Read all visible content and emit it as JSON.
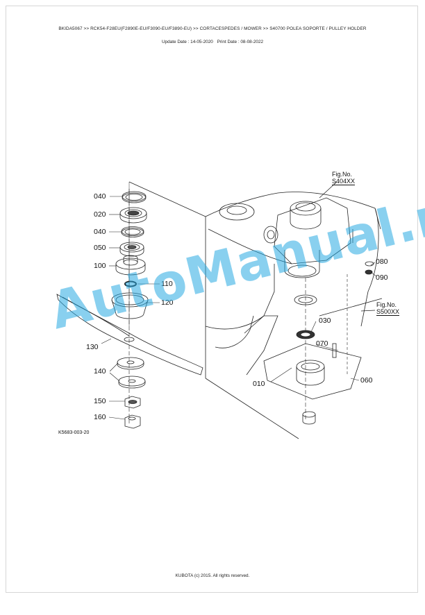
{
  "header": {
    "breadcrumb": "BKIDA5067 >> RCK54-F28EU(F2890E-EU/F3090-EU/F3890-EU) >> CORTACESPEDES / MOWER >> S40700   POLEA SOPORTE / PULLEY HOLDER",
    "update_date": "Update Date : 14-05-2020",
    "print_date": "Print Date : 08-08-2022"
  },
  "diagram": {
    "parts": {
      "p040a": "040",
      "p020": "020",
      "p040b": "040",
      "p050": "050",
      "p100": "100",
      "p110": "110",
      "p120": "120",
      "p130": "130",
      "p140": "140",
      "p150": "150",
      "p160": "160",
      "p080": "080",
      "p090": "090",
      "p030": "030",
      "p070": "070",
      "p010": "010",
      "p060": "060"
    },
    "fig_ref_1": {
      "title": "Fig.No.",
      "code": "S404XX"
    },
    "fig_ref_2": {
      "title": "Fig.No.",
      "code": "S500XX"
    },
    "drawing_code": "K5683-003-20"
  },
  "watermark": "AutoManual.net",
  "footer": {
    "copyright": "KUBOTA (c) 2015. All rights reserved."
  }
}
